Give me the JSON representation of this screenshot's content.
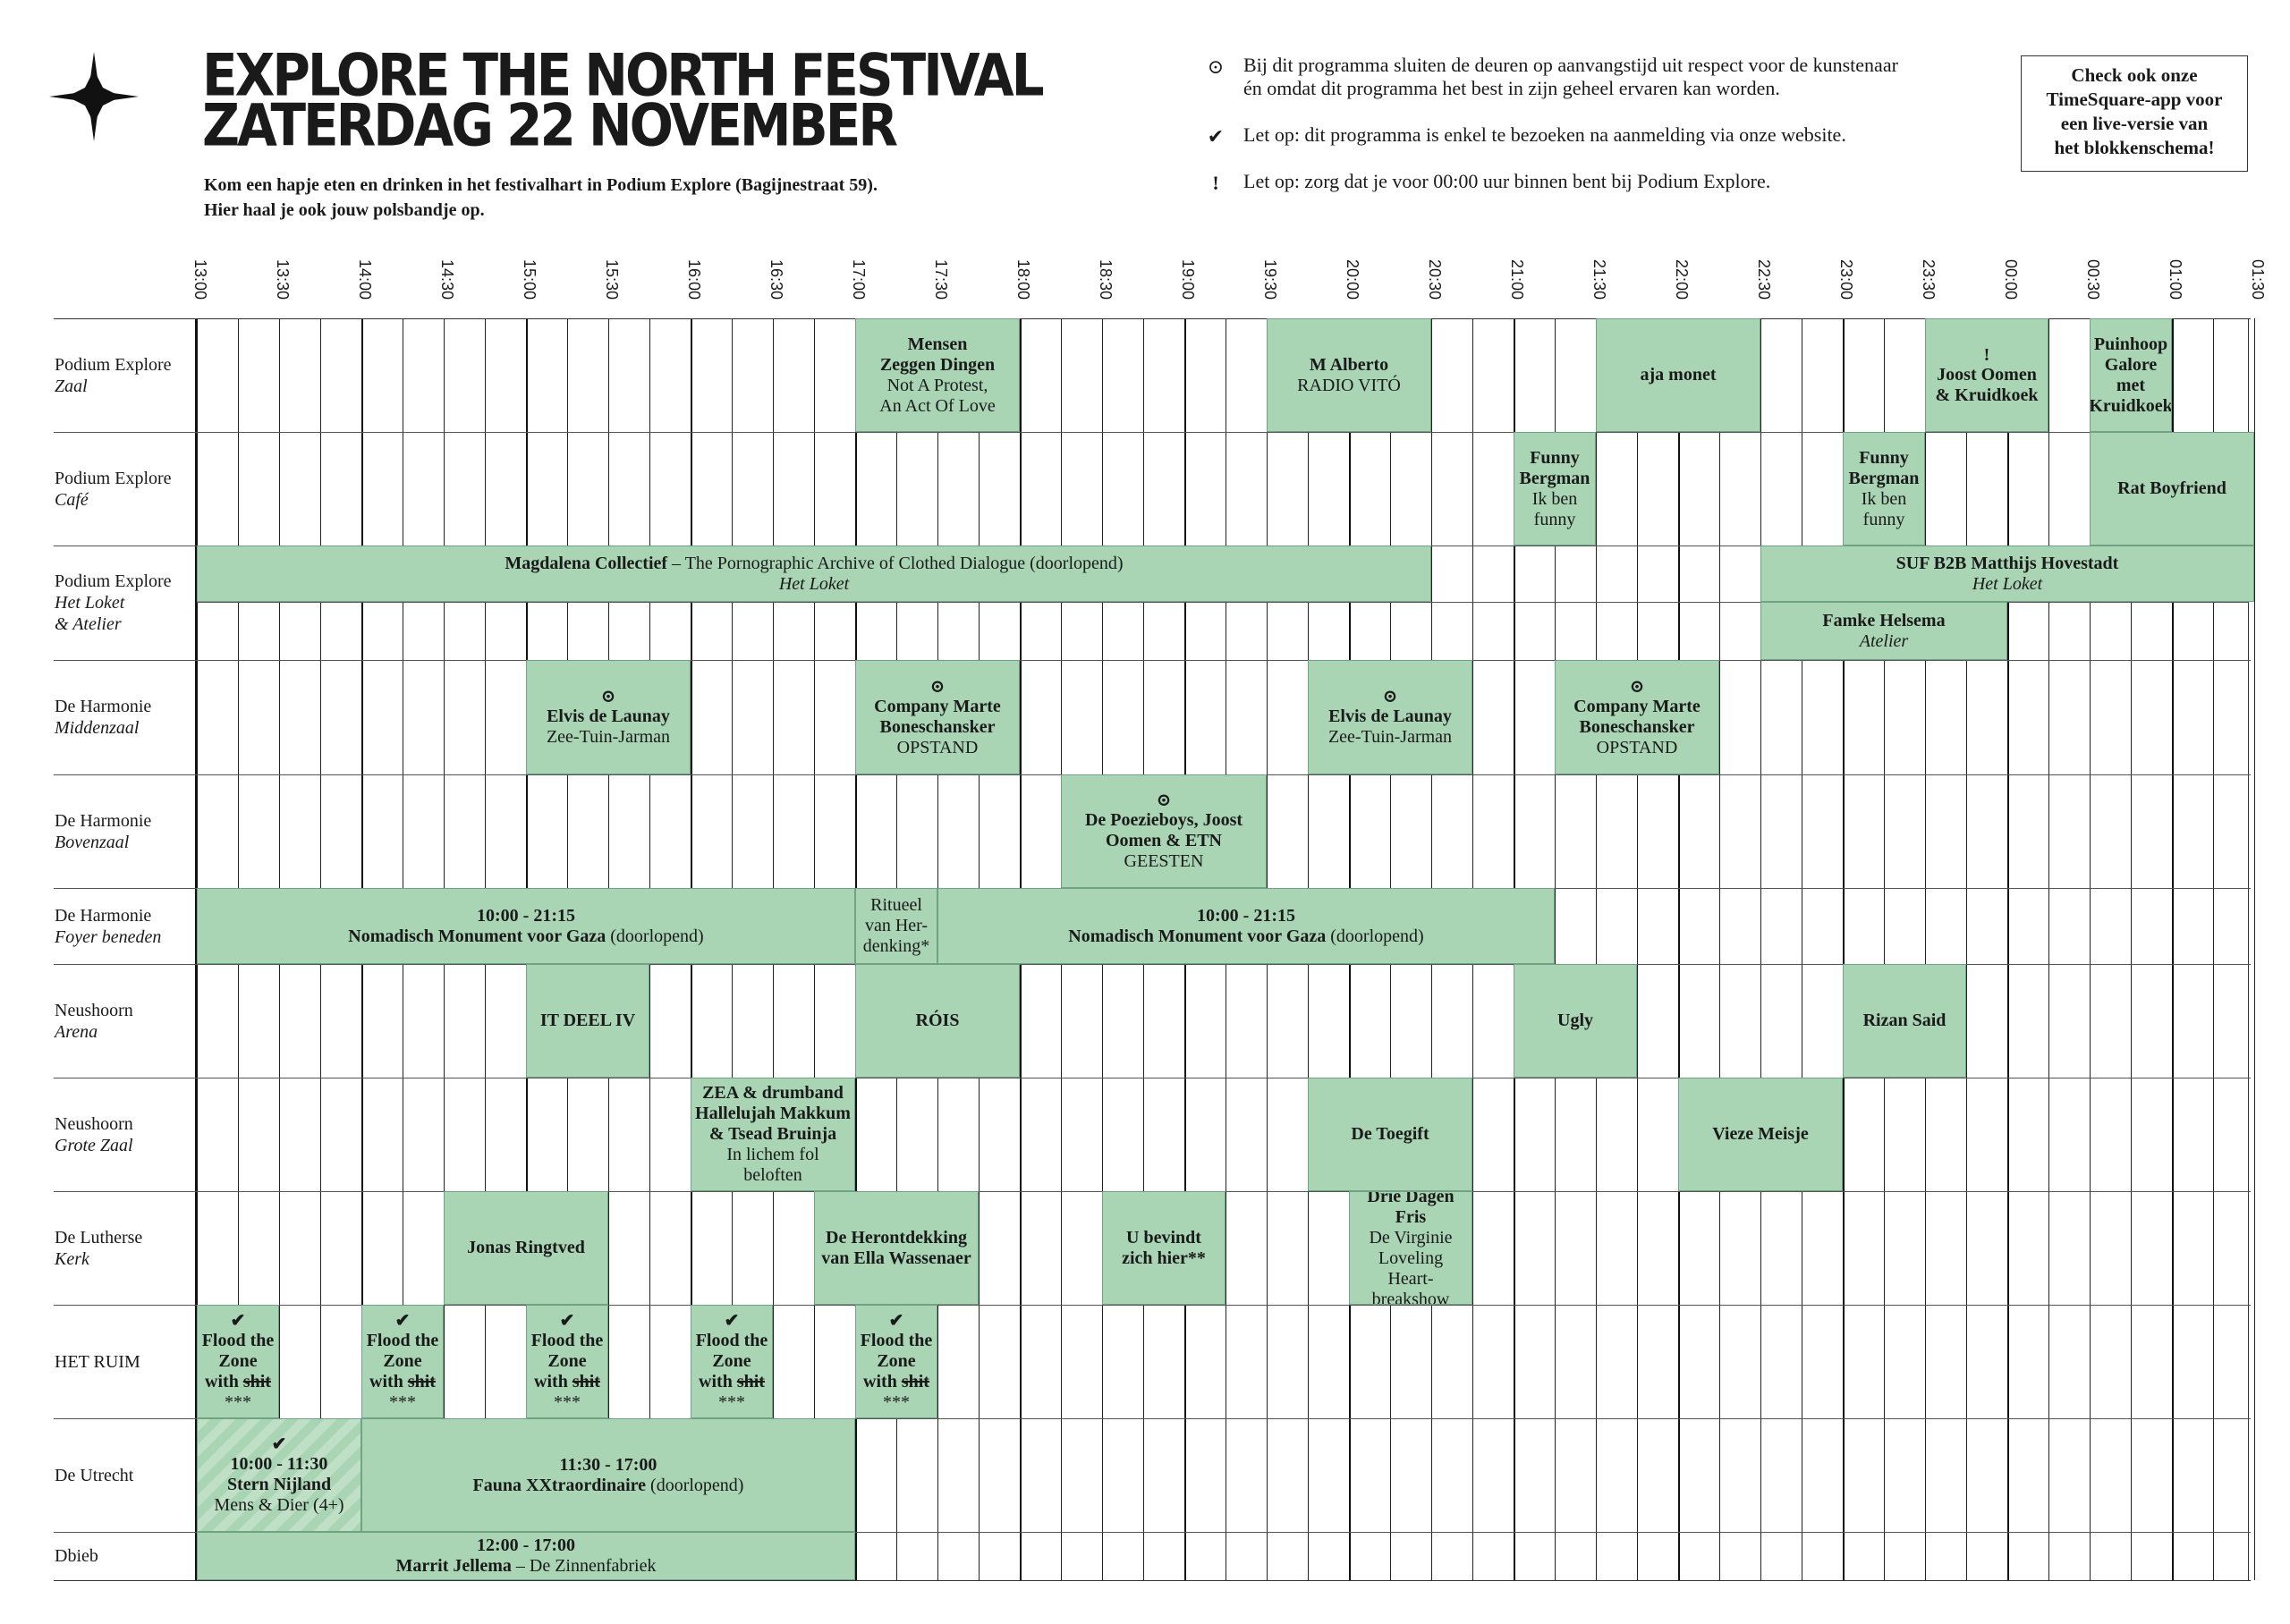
{
  "header": {
    "title_line1": "EXPLORE THE NORTH FESTIVAL",
    "title_line2": "ZATERDAG 22 NOVEMBER",
    "intro_line1": "Kom een hapje eten en drinken in het festivalhart in Podium Explore (Bagijnestraat 59).",
    "intro_line2": "Hier haal je ook jouw polsbandje op."
  },
  "legend": [
    {
      "icon": "clock-icon",
      "symbol": "⊙",
      "text_line1": "Bij dit programma sluiten de deuren op aanvangstijd uit respect voor de kunstenaar",
      "text_line2": "én omdat dit programma het best in zijn geheel ervaren kan worden."
    },
    {
      "icon": "check-icon",
      "symbol": "✔",
      "text_line1": "Let op: dit programma is enkel te bezoeken na aanmelding via onze website.",
      "text_line2": ""
    },
    {
      "icon": "exclamation-icon",
      "symbol": "!",
      "text_line1": "Let op: zorg dat je voor 00:00 uur binnen bent bij Podium Explore.",
      "text_line2": ""
    }
  ],
  "app_box": {
    "line1": "Check ook onze",
    "line2": "TimeSquare-app voor",
    "line3": "een live-versie van",
    "line4": "het blokkenschema!"
  },
  "times": [
    "13:00",
    "13:30",
    "14:00",
    "14:30",
    "15:00",
    "15:30",
    "16:00",
    "16:30",
    "17:00",
    "17:30",
    "18:00",
    "18:30",
    "19:00",
    "19:30",
    "20:00",
    "20:30",
    "21:00",
    "21:30",
    "22:00",
    "22:30",
    "23:00",
    "23:30",
    "00:00",
    "00:30",
    "01:00",
    "01:30"
  ],
  "venues": [
    {
      "name": "Podium Explore",
      "room": "Zaal"
    },
    {
      "name": "Podium Explore",
      "room": "Café"
    },
    {
      "name": "Podium Explore",
      "room": "Het Loket",
      "room2": "& Atelier"
    },
    {
      "name": "De Harmonie",
      "room": "Middenzaal"
    },
    {
      "name": "De Harmonie",
      "room": "Bovenzaal"
    },
    {
      "name": "De Harmonie",
      "room": "Foyer beneden"
    },
    {
      "name": "Neushoorn",
      "room": "Arena"
    },
    {
      "name": "Neushoorn",
      "room": "Grote Zaal"
    },
    {
      "name": "De Lutherse",
      "room": "Kerk"
    },
    {
      "name": "HET RUIM",
      "room": ""
    },
    {
      "name": "De Utrecht",
      "room": ""
    },
    {
      "name": "Dbieb",
      "room": ""
    }
  ],
  "events": {
    "mensen": {
      "start": "17:00",
      "end": "18:00",
      "title1": "Mensen",
      "title2": "Zeggen Dingen",
      "sub1": "Not A Protest,",
      "sub2": "An Act Of Love"
    },
    "malberto": {
      "start": "19:30",
      "end": "20:30",
      "title": "M Alberto",
      "sub": "RADIO VITÓ"
    },
    "ajamonet": {
      "start": "21:30",
      "end": "22:30",
      "title": "aja monet"
    },
    "joost": {
      "start": "23:30",
      "end": "00:15",
      "icon": "!",
      "title1": "Joost Oomen",
      "title2": "& Kruidkoek"
    },
    "puinhoop": {
      "start": "00:30",
      "end": "01:00",
      "title1": "Puinhoop",
      "title2": "Galore met",
      "title3": "Kruidkoek"
    },
    "funny1": {
      "start": "21:00",
      "end": "21:30",
      "title1": "Funny",
      "title2": "Bergman",
      "sub1": "Ik ben",
      "sub2": "funny"
    },
    "funny2": {
      "start": "23:00",
      "end": "23:30",
      "title1": "Funny",
      "title2": "Bergman",
      "sub1": "Ik ben",
      "sub2": "funny"
    },
    "ratboy": {
      "start": "00:30",
      "end": "01:30",
      "title": "Rat Boyfriend"
    },
    "magdalena": {
      "start": "13:00",
      "end": "20:30",
      "title": "Magdalena Collectief",
      "dash": " – ",
      "desc": "The Pornographic Archive of Clothed Dialogue (doorlopend)",
      "sub": "Het Loket"
    },
    "suf": {
      "start": "22:30",
      "end": "01:30",
      "title": "SUF B2B Matthijs Hovestadt",
      "sub": "Het Loket"
    },
    "famke": {
      "start": "22:30",
      "end": "00:00",
      "title": "Famke Helsema",
      "sub": "Atelier"
    },
    "elvis1": {
      "start": "15:00",
      "end": "16:00",
      "icon": "⊙",
      "title": "Elvis de Launay",
      "sub": "Zee-Tuin-Jarman"
    },
    "marte1": {
      "start": "17:00",
      "end": "18:00",
      "icon": "⊙",
      "title1": "Company Marte",
      "title2": "Boneschansker",
      "sub": "OPSTAND"
    },
    "elvis2": {
      "start": "19:45",
      "end": "20:45",
      "icon": "⊙",
      "title": "Elvis de Launay",
      "sub": "Zee-Tuin-Jarman"
    },
    "marte2": {
      "start": "21:15",
      "end": "22:15",
      "icon": "⊙",
      "title1": "Company Marte",
      "title2": "Boneschansker",
      "sub": "OPSTAND"
    },
    "poezie": {
      "start": "18:15",
      "end": "19:30",
      "icon": "⊙",
      "title1": "De Poezieboys, Joost",
      "title2": "Oomen & ETN",
      "sub": "GEESTEN"
    },
    "nomadisch1": {
      "start": "13:00",
      "end": "17:00",
      "time": "10:00 - 21:15",
      "title": "Nomadisch Monument voor Gaza",
      "suffix": " (doorlopend)"
    },
    "ritueel": {
      "start": "17:00",
      "end": "17:30",
      "title1": "Ritueel",
      "title2": "van Her-",
      "title3": "denking*"
    },
    "nomadisch2": {
      "start": "17:30",
      "end": "21:15",
      "time": "10:00 - 21:15",
      "title": "Nomadisch Monument voor Gaza",
      "suffix": " (doorlopend)"
    },
    "itdeel": {
      "start": "15:00",
      "end": "15:45",
      "title": "IT DEEL IV"
    },
    "rois": {
      "start": "17:00",
      "end": "18:00",
      "title": "RÓIS"
    },
    "ugly": {
      "start": "21:00",
      "end": "21:45",
      "title": "Ugly"
    },
    "rizan": {
      "start": "23:00",
      "end": "23:45",
      "title": "Rizan Said"
    },
    "zea": {
      "start": "16:00",
      "end": "17:00",
      "title1": "ZEA & drumband",
      "title2": "Hallelujah Makkum",
      "title3": "& Tsead Bruinja",
      "sub1": "In lichem fol",
      "sub2": "beloften"
    },
    "toegift": {
      "start": "19:45",
      "end": "20:45",
      "title": "De Toegift"
    },
    "vieze": {
      "start": "22:00",
      "end": "23:00",
      "title": "Vieze Meisje"
    },
    "jonas": {
      "start": "14:30",
      "end": "15:30",
      "title": "Jonas Ringtved"
    },
    "herontdekking": {
      "start": "16:45",
      "end": "17:45",
      "title1": "De Herontdekking",
      "title2": "van Ella Wassenaer"
    },
    "ubevindt": {
      "start": "18:30",
      "end": "19:15",
      "title1": "U bevindt",
      "title2": "zich hier**"
    },
    "driedagen": {
      "start": "20:00",
      "end": "20:45",
      "title": "Drie Dagen Fris",
      "sub1": "De Virginie",
      "sub2": "Loveling Heart-",
      "sub3": "breakshow"
    },
    "flood": [
      {
        "start": "13:00",
        "end": "13:30"
      },
      {
        "start": "14:00",
        "end": "14:30"
      },
      {
        "start": "15:00",
        "end": "15:30"
      },
      {
        "start": "16:00",
        "end": "16:30"
      },
      {
        "start": "17:00",
        "end": "17:30"
      }
    ],
    "flood_text": {
      "icon": "✔",
      "line1": "Flood the",
      "line2": "Zone",
      "with": "with ",
      "strike": "shit",
      "stars": "***"
    },
    "stern": {
      "start": "13:00",
      "end": "14:00",
      "icon": "✔",
      "time": "10:00 - 11:30",
      "title": "Stern Nijland",
      "sub": "Mens & Dier (4+)"
    },
    "fauna": {
      "start": "14:00",
      "end": "17:00",
      "time": "11:30 - 17:00",
      "title": "Fauna XXtraordinaire",
      "suffix": " (doorlopend)"
    },
    "marrit": {
      "start": "13:00",
      "end": "17:00",
      "time": "12:00 - 17:00",
      "title": "Marrit Jellema",
      "dash": " – ",
      "desc": "De Zinnenfabriek"
    }
  }
}
